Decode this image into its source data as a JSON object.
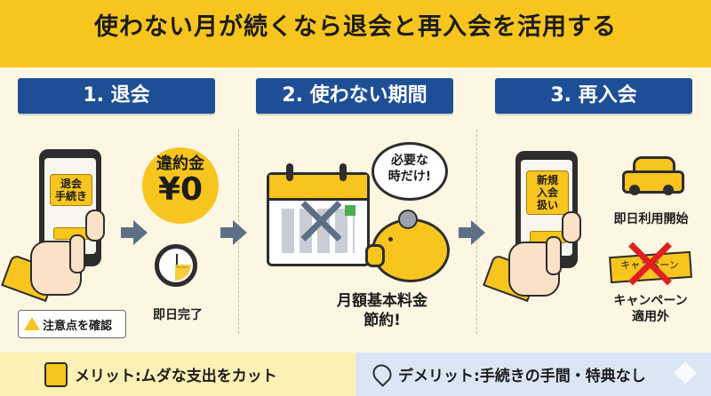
{
  "title": "使わない月が続くなら退会と再入会を活用する",
  "steps": [
    {
      "label": "1. 退会"
    },
    {
      "label": "2. 使わない期間"
    },
    {
      "label": "3. 再入会"
    }
  ],
  "step1": {
    "phone_label": "退会\n手続き",
    "fee_label": "違約金",
    "fee_value": "¥0",
    "clock_caption": "即日完了",
    "warning": "注意点を確認"
  },
  "step2": {
    "bubble": "必要な\n時だけ!",
    "caption": "月額基本料金\n節約!"
  },
  "step3": {
    "phone_label": "新規\n入会\n扱い",
    "car_caption": "即日利用開始",
    "campaign_banner": "キャンペーン",
    "campaign_caption": "キャンペーン\n適用外"
  },
  "bottom": {
    "merit": "メリット:ムダな支出をカット",
    "demerit": "デメリット:手続きの手間・特典なし"
  },
  "colors": {
    "yellow": "#f7c51e",
    "navy": "#1e4f96",
    "red": "#e02020"
  }
}
